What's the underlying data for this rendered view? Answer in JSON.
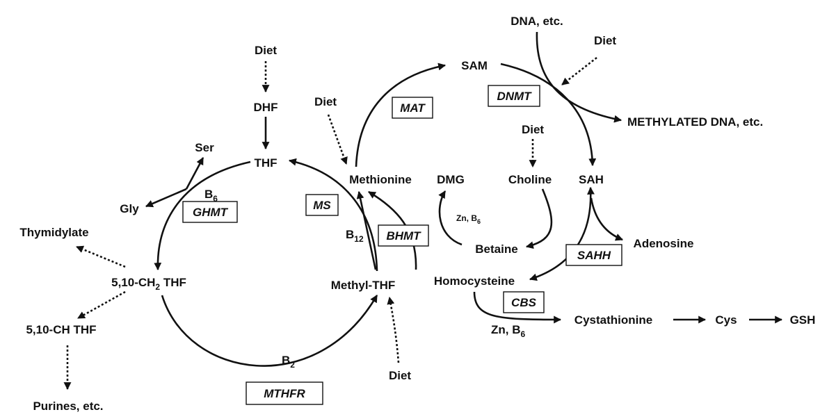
{
  "nodes": {
    "dna": "DNA, etc.",
    "diet_dnmt": "Diet",
    "sam": "SAM",
    "methylated_dna": "METHYLATED DNA, etc.",
    "diet_dhf": "Diet",
    "dhf": "DHF",
    "diet_methionine": "Diet",
    "diet_choline": "Diet",
    "ser": "Ser",
    "thf": "THF",
    "methionine": "Methionine",
    "dmg": "DMG",
    "choline": "Choline",
    "sah": "SAH",
    "gly": "Gly",
    "thymidylate": "Thymidylate",
    "betaine": "Betaine",
    "adenosine": "Adenosine",
    "ch2_thf_pre": "5,10-CH",
    "ch2_thf_sub": "2",
    "ch2_thf_post": " THF",
    "methyl_thf": "Methyl-THF",
    "homocysteine": "Homocysteine",
    "ch_thf": "5,10-CH THF",
    "cystathionine": "Cystathionine",
    "cys": "Cys",
    "gsh": "GSH",
    "diet_methyl_thf": "Diet",
    "purines": "Purines, etc."
  },
  "enzymes": {
    "mat": "MAT",
    "dnmt": "DNMT",
    "ghmt": "GHMT",
    "ms": "MS",
    "bhmt": "BHMT",
    "sahh": "SAHH",
    "cbs": "CBS",
    "mthfr": "MTHFR"
  },
  "cofactors": {
    "b6_ghmt": "B",
    "b6_ghmt_sub": "6",
    "b12": "B",
    "b12_sub": "12",
    "zn_b6_bhmt": "Zn, B",
    "zn_b6_bhmt_sub": "6",
    "zn_b6_cbs": "Zn, B",
    "zn_b6_cbs_sub": "6",
    "b2": "B",
    "b2_sub": "2"
  }
}
